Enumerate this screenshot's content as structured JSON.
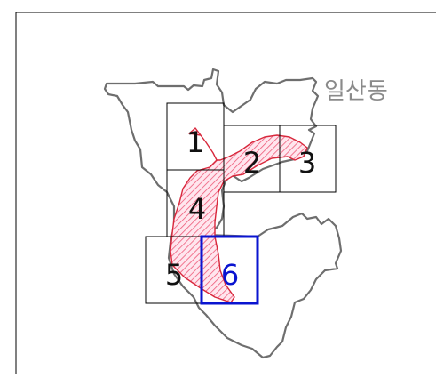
{
  "map": {
    "district_label": "일산동",
    "sheets": [
      {
        "number": "1",
        "selected": false
      },
      {
        "number": "2",
        "selected": false
      },
      {
        "number": "3",
        "selected": false
      },
      {
        "number": "4",
        "selected": false
      },
      {
        "number": "5",
        "selected": false
      },
      {
        "number": "6",
        "selected": true
      }
    ],
    "colors": {
      "boundary": "#6e6e6e",
      "highlight_stroke": "#d8283c",
      "highlight_hatch": "#ee5a78",
      "highlight_fill": "#ffe6ee",
      "grid_line": "#000000",
      "selected_sheet": "#0a14d0",
      "label_default": "#111111",
      "district_text": "#8a8a8a"
    }
  }
}
